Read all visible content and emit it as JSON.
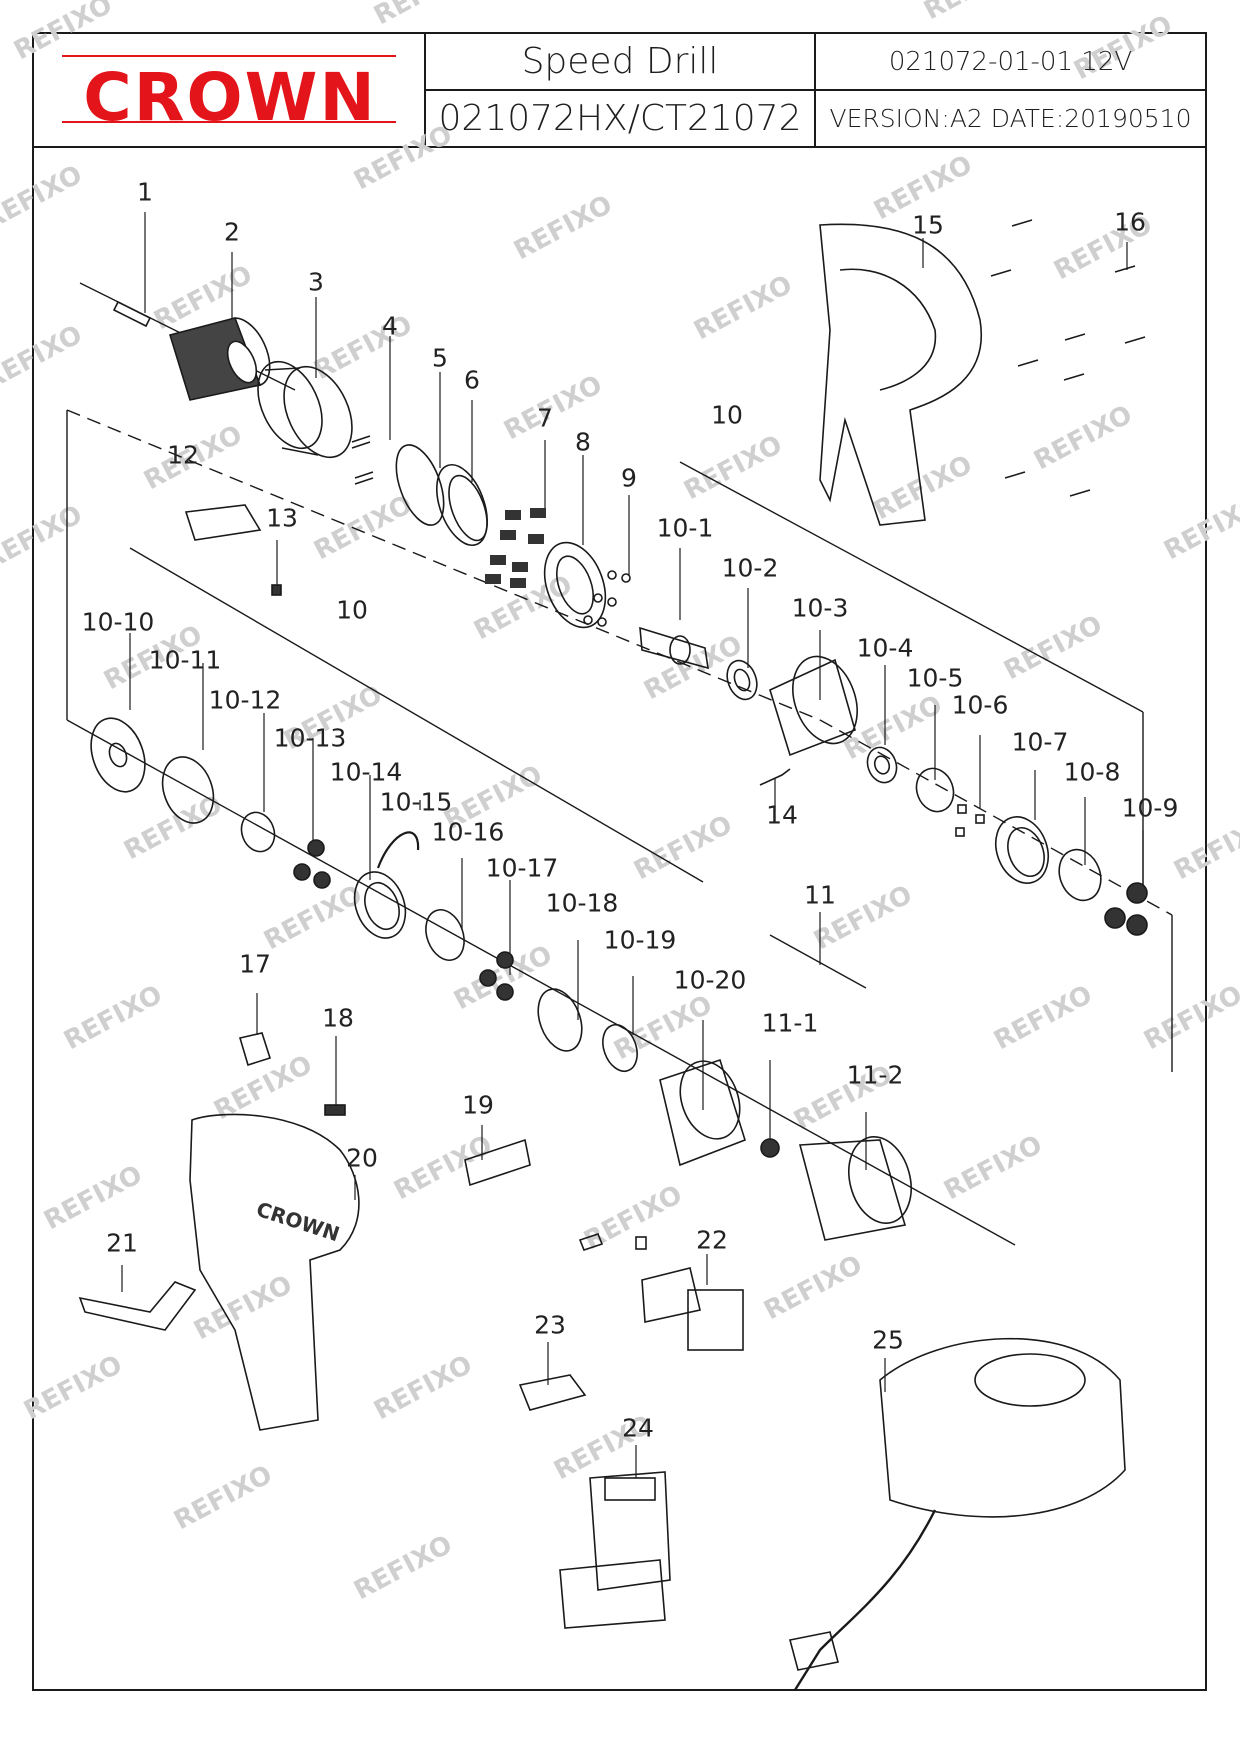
{
  "header": {
    "logo": "CROWN",
    "tool_name": "Speed  Drill",
    "model": "021072HX/CT21072",
    "doc_number": "021072-01-01  12V",
    "version_date": "VERSION:A2  DATE:20190510"
  },
  "watermark": "REFIXO",
  "callouts": [
    "1",
    "2",
    "3",
    "4",
    "5",
    "6",
    "7",
    "8",
    "9",
    "10",
    "10",
    "10-1",
    "10-2",
    "10-3",
    "10-4",
    "10-5",
    "10-6",
    "10-7",
    "10-8",
    "10-9",
    "10-10",
    "10-11",
    "10-12",
    "10-13",
    "10-14",
    "10-15",
    "10-16",
    "10-17",
    "10-18",
    "10-19",
    "10-20",
    "11",
    "11-1",
    "11-2",
    "12",
    "13",
    "14",
    "15",
    "16",
    "17",
    "18",
    "19",
    "20",
    "21",
    "22",
    "23",
    "24",
    "25"
  ],
  "colors": {
    "logo": "#e3141a",
    "line": "#1a1a1a",
    "watermark": "#c8c8c8"
  }
}
